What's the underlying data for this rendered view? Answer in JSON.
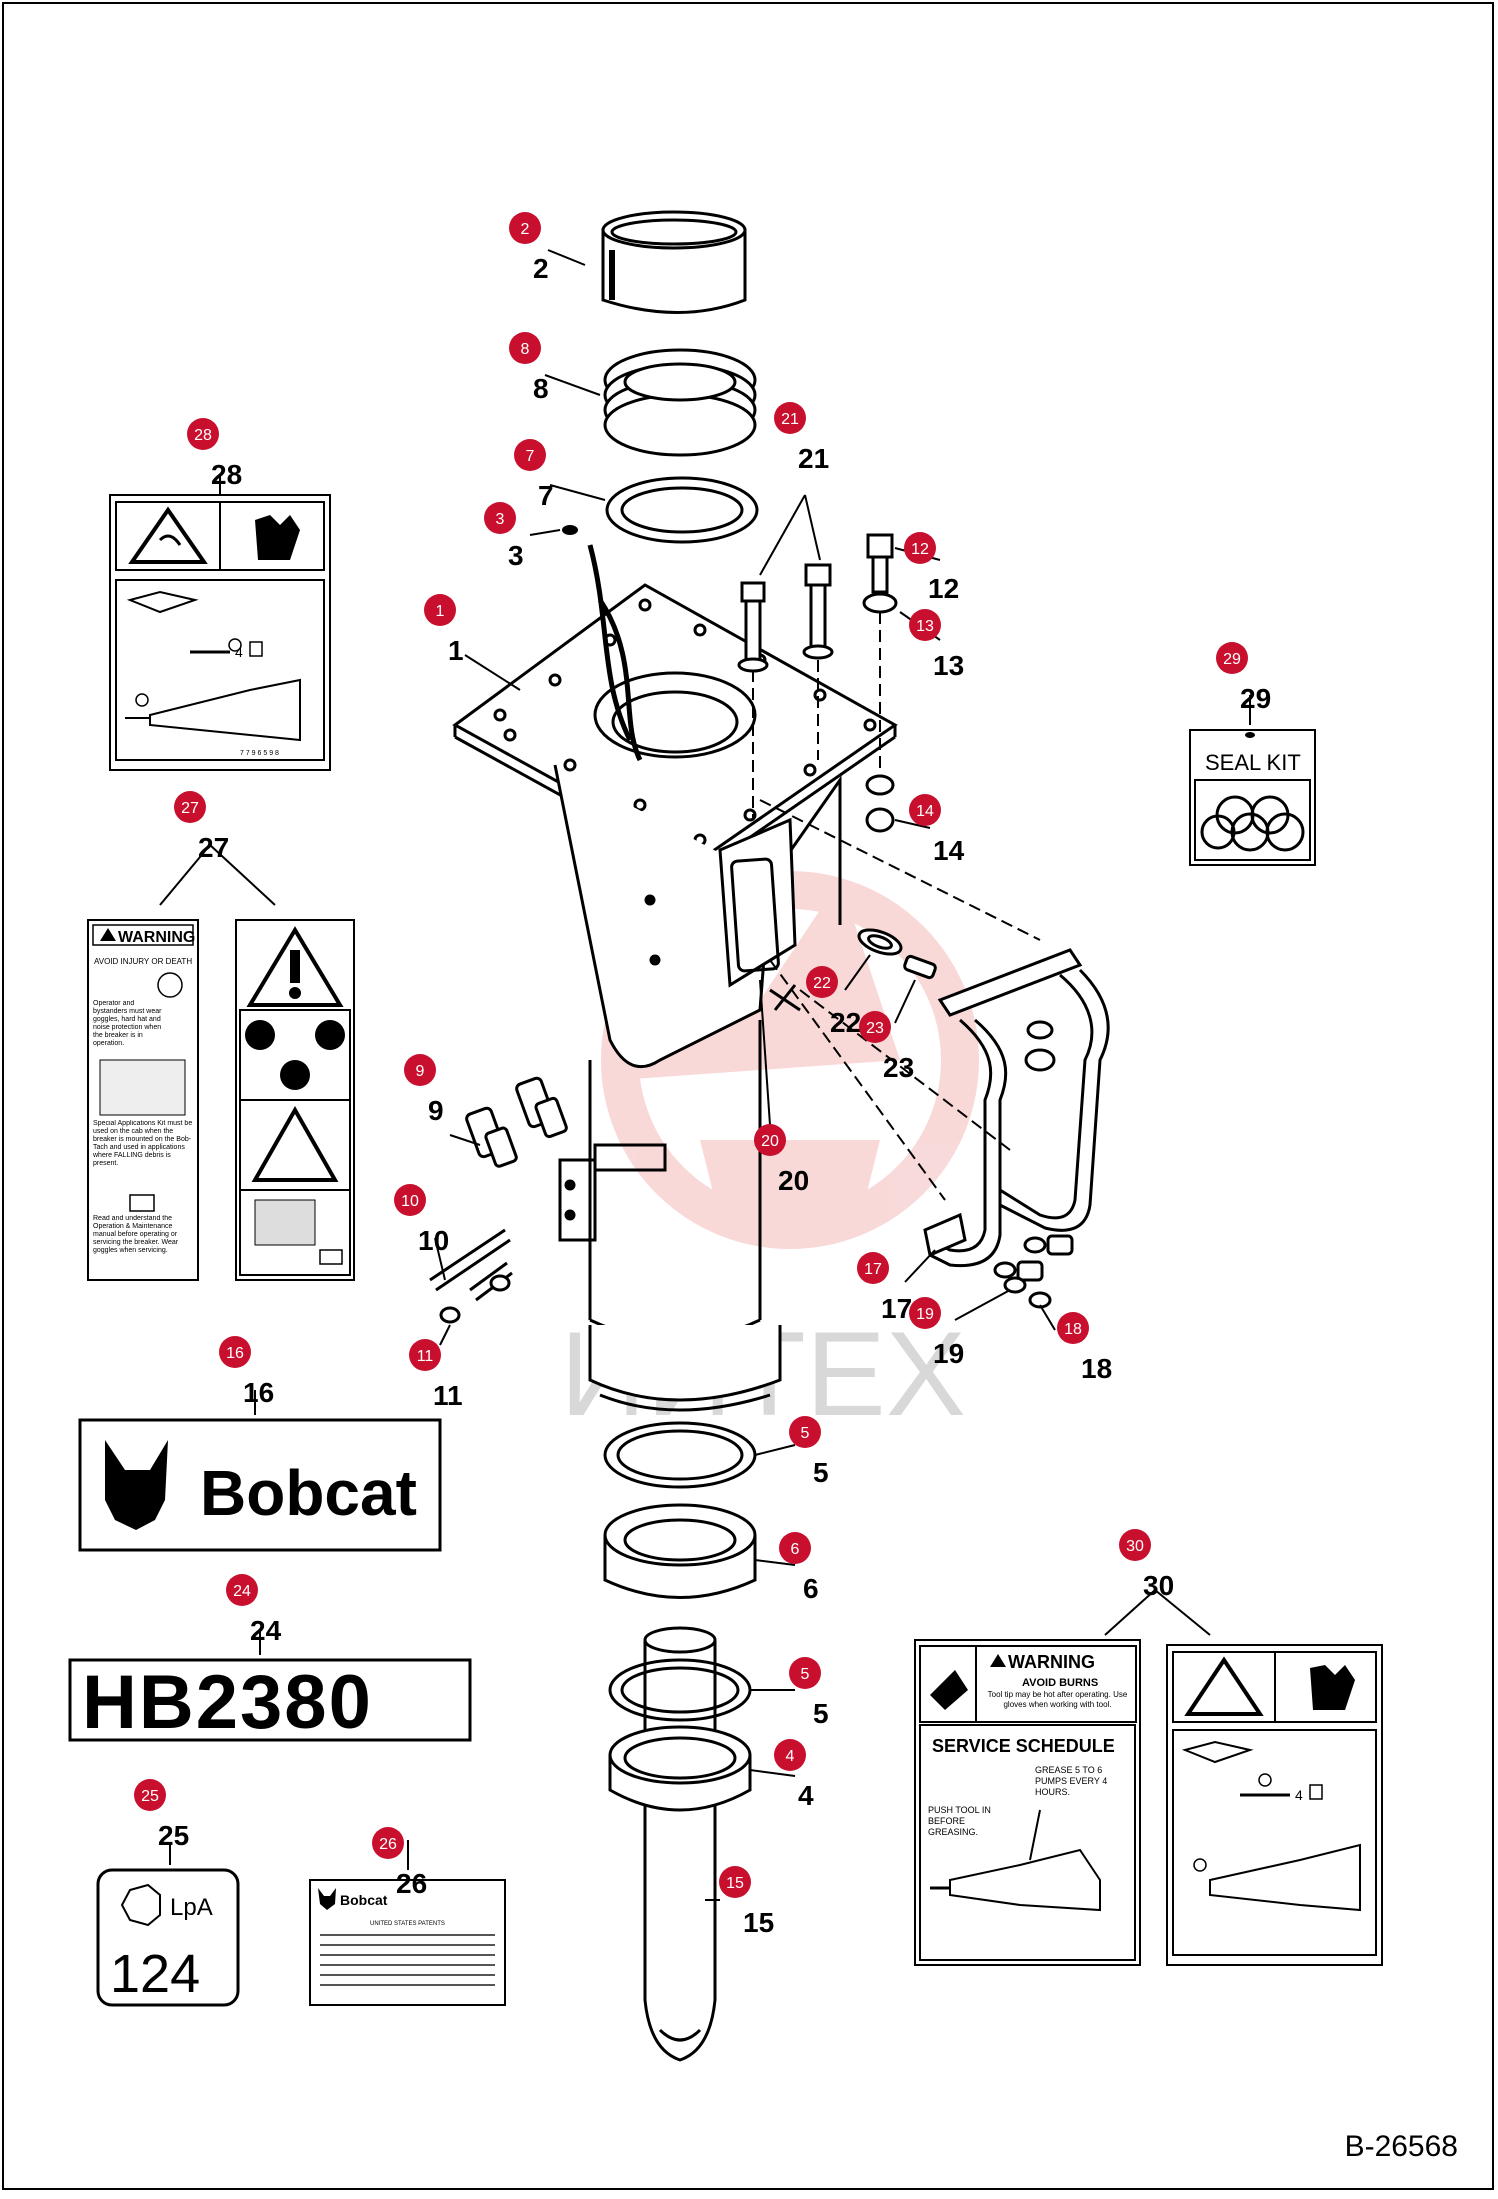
{
  "reference": "B-26568",
  "watermark": "ИИТЕХ",
  "badge_color": "#c8102e",
  "parts": [
    {
      "id": "1",
      "label": "1"
    },
    {
      "id": "2",
      "label": "2"
    },
    {
      "id": "3",
      "label": "3"
    },
    {
      "id": "4",
      "label": "4"
    },
    {
      "id": "5a",
      "label": "5"
    },
    {
      "id": "5b",
      "label": "5"
    },
    {
      "id": "6",
      "label": "6"
    },
    {
      "id": "7",
      "label": "7"
    },
    {
      "id": "8",
      "label": "8"
    },
    {
      "id": "9",
      "label": "9"
    },
    {
      "id": "10",
      "label": "10"
    },
    {
      "id": "11",
      "label": "11"
    },
    {
      "id": "12",
      "label": "12"
    },
    {
      "id": "13",
      "label": "13"
    },
    {
      "id": "14",
      "label": "14"
    },
    {
      "id": "15",
      "label": "15"
    },
    {
      "id": "16",
      "label": "16"
    },
    {
      "id": "17",
      "label": "17"
    },
    {
      "id": "18",
      "label": "18"
    },
    {
      "id": "19",
      "label": "19"
    },
    {
      "id": "20",
      "label": "20"
    },
    {
      "id": "21",
      "label": "21"
    },
    {
      "id": "22",
      "label": "22"
    },
    {
      "id": "23",
      "label": "23"
    },
    {
      "id": "24",
      "label": "24"
    },
    {
      "id": "25",
      "label": "25"
    },
    {
      "id": "26",
      "label": "26"
    },
    {
      "id": "27",
      "label": "27"
    },
    {
      "id": "28",
      "label": "28"
    },
    {
      "id": "29",
      "label": "29"
    },
    {
      "id": "30",
      "label": "30"
    }
  ],
  "decals": {
    "seal_kit": "SEAL KIT",
    "bobcat": "Bobcat",
    "model": "HB2380",
    "noise_unit": "LpA",
    "noise_value": "124",
    "warning_27": {
      "title": "WARNING",
      "subtitle": "AVOID INJURY OR DEATH",
      "p1": "Operator and bystanders must wear goggles, hard hat and noise protection when the breaker is in operation.",
      "p2": "Special Applications Kit must be used on the cab when the breaker is mounted on the Bob-Tach and used in applications where FALLING debris is present.",
      "p3": "Read and understand the Operation & Maintenance manual before operating or servicing the breaker. Wear goggles when servicing."
    },
    "warning_30": {
      "title": "WARNING",
      "subtitle": "AVOID BURNS",
      "text": "Tool tip may be hot after operating. Use gloves when working with tool.",
      "service_title": "SERVICE SCHEDULE",
      "grease": "GREASE 5 TO 6 PUMPS EVERY 4 HOURS.",
      "push": "PUSH TOOL IN BEFORE GREASING."
    },
    "patents_title": "Bobcat",
    "patents_heading": "UNITED STATES PATENTS"
  }
}
